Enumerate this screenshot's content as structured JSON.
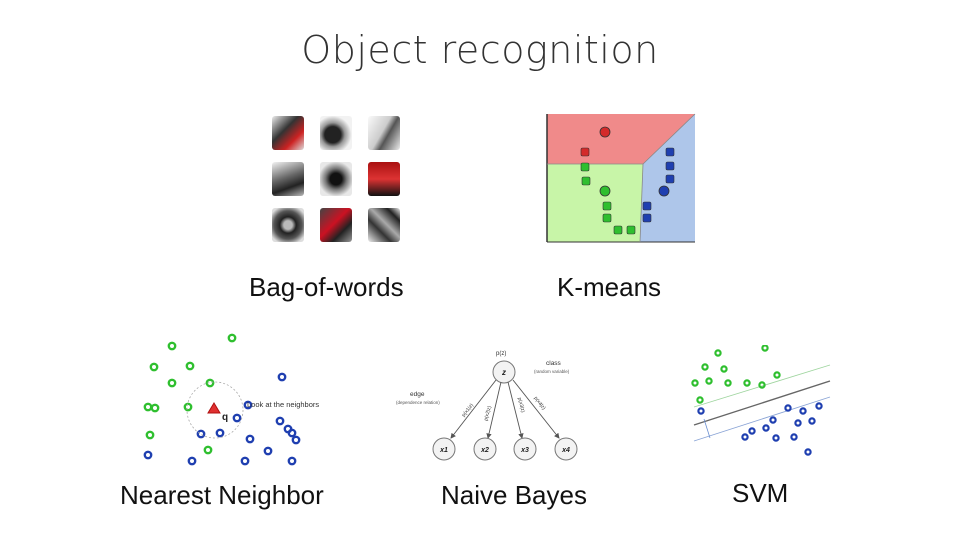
{
  "slide": {
    "title": "Object recognition"
  },
  "captions": {
    "bag_of_words": "Bag-of-words",
    "kmeans": "K-means",
    "nearest_neighbor": "Nearest Neighbor",
    "naive_bayes": "Naive Bayes",
    "svm": "SVM"
  },
  "nearest_neighbor": {
    "annotation": "Look at the neighbors",
    "query_label": "q"
  },
  "naive_bayes": {
    "root_prob": "p(z)",
    "root_node": "z",
    "class_label": "class",
    "class_sub": "(random variable)",
    "edge_label": "edge",
    "edge_sub": "(dependence relation)",
    "edge_probs": [
      "p(x1|z)",
      "p(x2|z)",
      "p(x3|z)",
      "p(x4|z)"
    ],
    "leaves": [
      "x1",
      "x2",
      "x3",
      "x4"
    ]
  },
  "colors": {
    "green": "#2fbf2f",
    "blue": "#1f3fb0",
    "red": "#d42a2a",
    "kmeans_red_region": "#f08a8a",
    "kmeans_green_region": "#c8f5a8",
    "kmeans_blue_region": "#aec6ea"
  }
}
